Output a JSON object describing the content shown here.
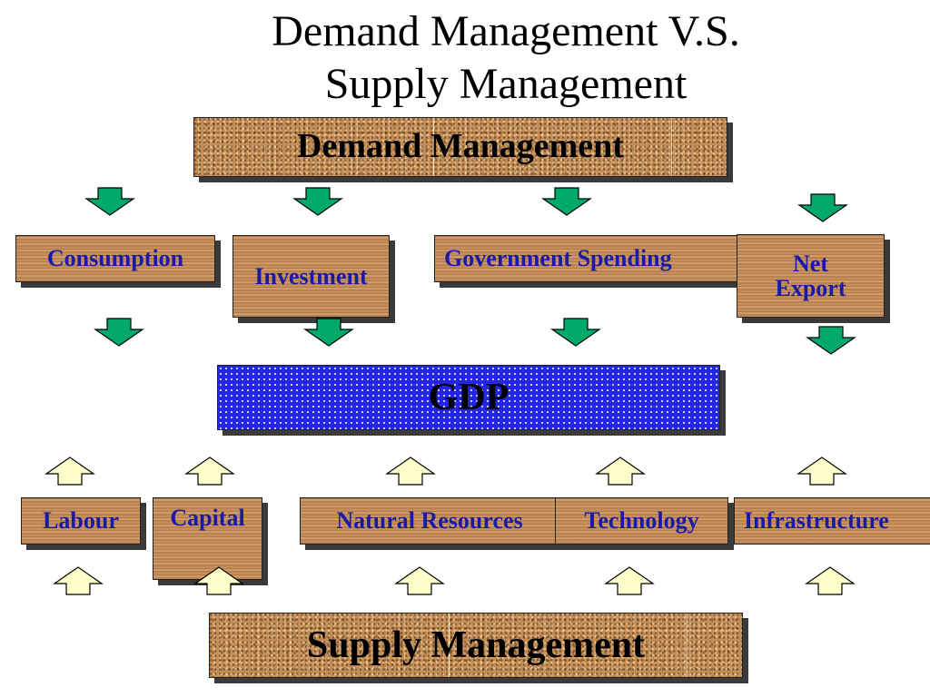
{
  "title": {
    "line1": "Demand Management V.S.",
    "line2": "Supply Management"
  },
  "demand": {
    "label": "Demand Management",
    "items": [
      "Consumption",
      "Investment",
      "Government Spending",
      "Net Export"
    ]
  },
  "gdp": {
    "label": "GDP"
  },
  "supply": {
    "label": "Supply Management",
    "items": [
      "Labour",
      "Capital",
      "Natural Resources",
      "Technology",
      "Infrastructure"
    ]
  },
  "colors": {
    "down_arrow_fill": "#00a86b",
    "up_arrow_fill": "#ffffcc",
    "item_text": "#1a1aa6",
    "gdp_fill": "#2424e6",
    "wood": "#c58e5b",
    "granite": "#c48d55"
  }
}
